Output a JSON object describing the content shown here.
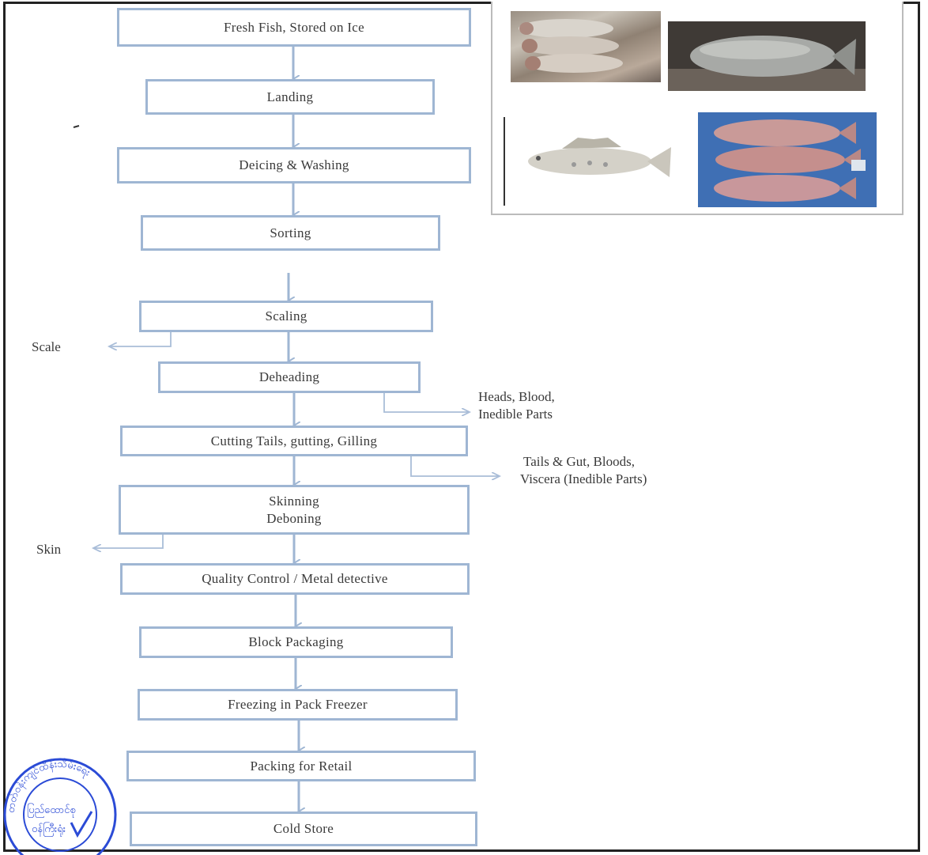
{
  "steps": [
    {
      "id": "fresh-fish",
      "lines": [
        "Fresh Fish, Stored on Ice"
      ]
    },
    {
      "id": "landing",
      "lines": [
        "Landing"
      ]
    },
    {
      "id": "deicing",
      "lines": [
        "Deicing & Washing"
      ]
    },
    {
      "id": "sorting",
      "lines": [
        "Sorting"
      ]
    },
    {
      "id": "scaling",
      "lines": [
        "Scaling"
      ]
    },
    {
      "id": "deheading",
      "lines": [
        "Deheading"
      ]
    },
    {
      "id": "cutting",
      "lines": [
        "Cutting Tails, gutting, Gilling"
      ]
    },
    {
      "id": "skinning",
      "lines": [
        "Skinning",
        "Deboning"
      ]
    },
    {
      "id": "quality",
      "lines": [
        "Quality Control / Metal detective"
      ]
    },
    {
      "id": "block-packaging",
      "lines": [
        "Block Packaging"
      ]
    },
    {
      "id": "freezing",
      "lines": [
        "Freezing in Pack Freezer"
      ]
    },
    {
      "id": "packing-retail",
      "lines": [
        "Packing for Retail"
      ]
    },
    {
      "id": "cold-store",
      "lines": [
        "Cold Store"
      ]
    }
  ],
  "byproducts": {
    "scale": [
      "Scale"
    ],
    "heads": [
      "Heads, Blood,",
      "Inedible Parts"
    ],
    "tails": [
      "Tails & Gut, Bloods,",
      "Viscera (Inedible Parts)"
    ],
    "skin": [
      "Skin"
    ]
  },
  "stamp": {
    "ring_text": "တတ်ဝန်းကျင်ထိန်းသိမ်းရေး",
    "center_lines": [
      "ပြည်ထောင်စု",
      "ဝန်ကြီးရုံး"
    ]
  },
  "colors": {
    "box_border": "#9fb6d3",
    "arrow": "#9fb6d3",
    "byproduct_arrow": "#a9bdd8",
    "stamp": "#2b4bd6",
    "frame": "#222222"
  },
  "photos": [
    {
      "name": "fish-photo-stacked-fish"
    },
    {
      "name": "fish-photo-whole-fish"
    },
    {
      "name": "fish-photo-perch-drawing"
    },
    {
      "name": "fish-photo-red-fish"
    }
  ]
}
